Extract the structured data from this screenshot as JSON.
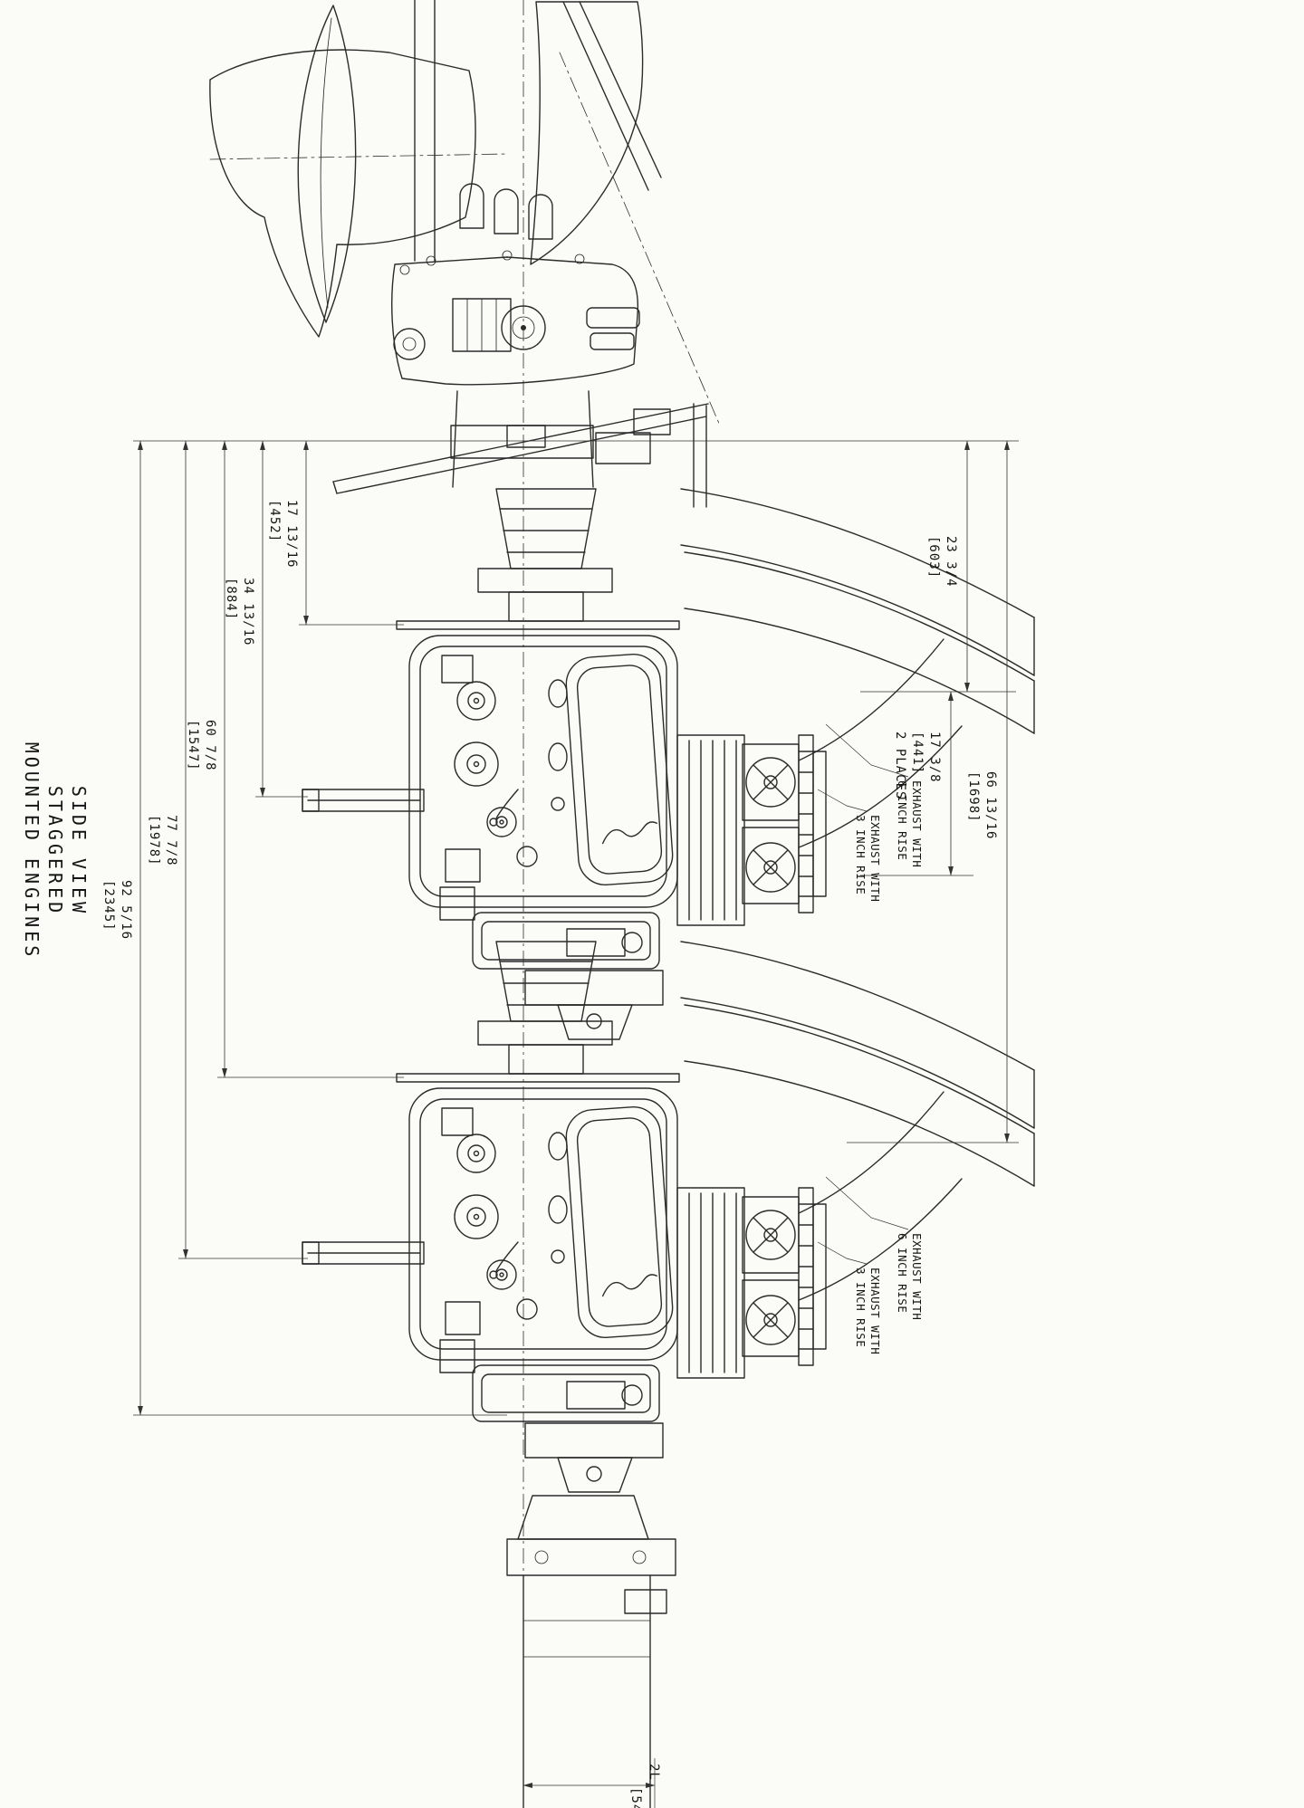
{
  "sheet": {
    "title_lines": [
      "SIDE VIEW",
      "STAGGERED",
      "MOUNTED ENGINES"
    ],
    "dims_left": [
      {
        "value": "17 13/16",
        "metric": "[452]"
      },
      {
        "value": "34 13/16",
        "metric": "[884]"
      },
      {
        "value": "60 7/8",
        "metric": "[1547]"
      },
      {
        "value": "77 7/8",
        "metric": "[1978]"
      },
      {
        "value": "92 5/16",
        "metric": "[2345]"
      }
    ],
    "dims_right": [
      {
        "value": "23 3/4",
        "metric": "[603]"
      },
      {
        "value": "17 3/8",
        "metric": "[441]",
        "note": "2 PLACES"
      },
      {
        "value": "66 13/16",
        "metric": "[1698]"
      }
    ],
    "callouts": {
      "exhaust_6": {
        "line1": "EXHAUST WITH",
        "line2": "6 INCH RISE"
      },
      "exhaust_3": {
        "line1": "EXHAUST WITH",
        "line2": "3 INCH RISE"
      }
    },
    "bottom_partials": {
      "a": "2L",
      "b": "[54"
    }
  }
}
